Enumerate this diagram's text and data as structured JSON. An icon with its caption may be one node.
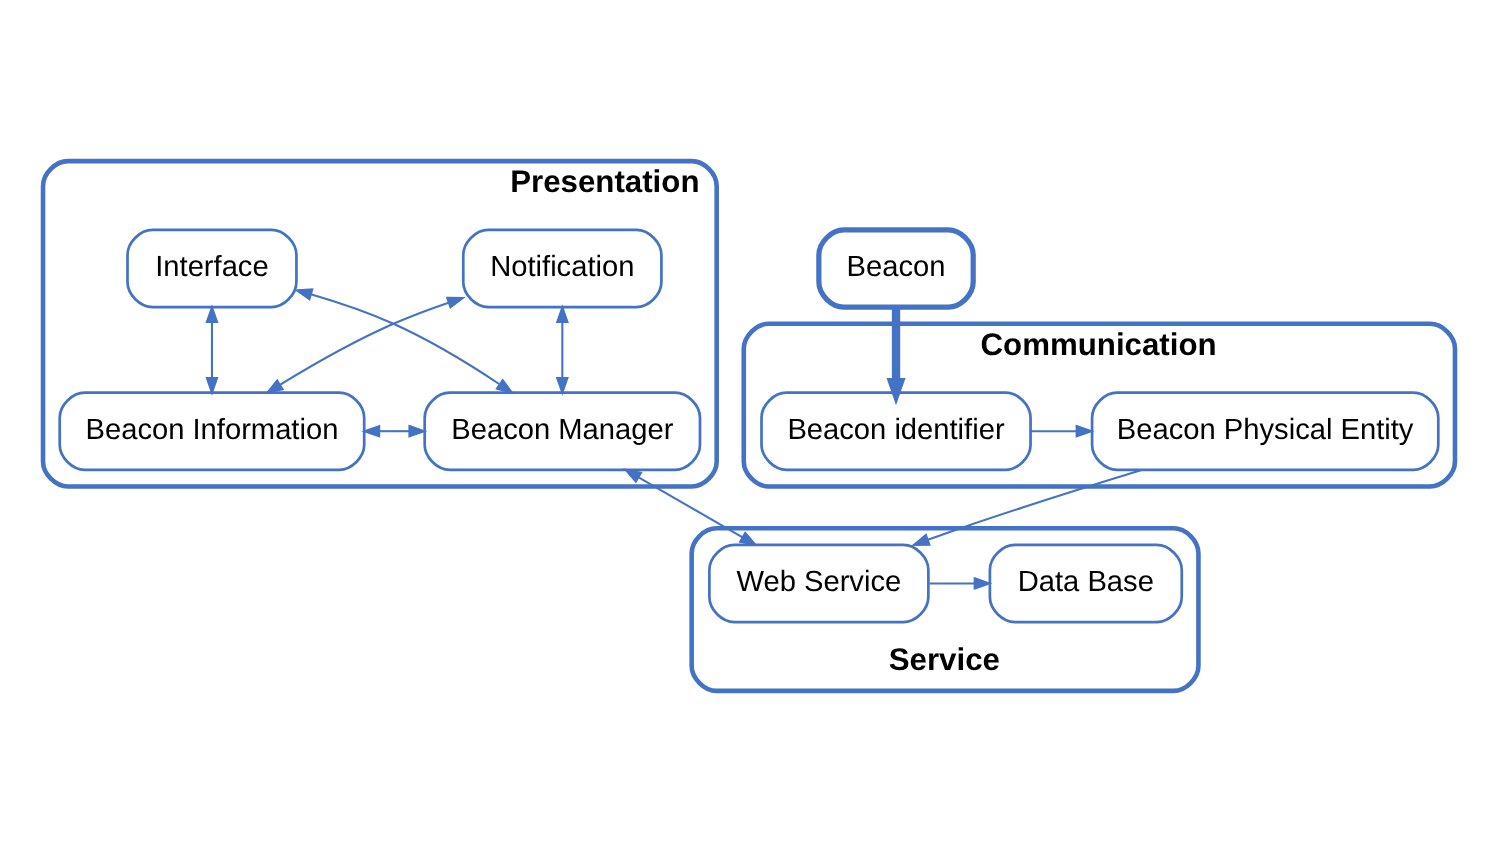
{
  "diagram": {
    "nodes": [
      {
        "text": [
          "Presentation"
        ]
      },
      {
        "text": [
          "Interface"
        ],
        "in": 0
      },
      {
        "text": [
          "Notification"
        ],
        "in": 0
      },
      {
        "text": [
          "Beacon Information"
        ],
        "in": 0
      },
      {
        "text": [
          "Beacon Manager"
        ],
        "in": 0
      },
      {
        "text": [
          "Beacon"
        ]
      },
      {
        "text": [
          "Communication"
        ]
      },
      {
        "text": [
          "Beacon identifier"
        ],
        "in": 6
      },
      {
        "text": [
          "Beacon Physical Entity"
        ],
        "in": 6
      },
      {
        "text": [
          "Service"
        ]
      },
      {
        "text": [
          "Web Service"
        ],
        "in": 9
      },
      {
        "text": [
          "Data Base"
        ],
        "in": 9
      }
    ],
    "edges": [
      {
        "from": 1,
        "to": 3,
        "arrow": "both"
      },
      {
        "from": 1,
        "to": 4,
        "arrow": "both"
      },
      {
        "from": 2,
        "to": 3,
        "arrow": "both"
      },
      {
        "from": 2,
        "to": 4,
        "arrow": "both"
      },
      {
        "from": 3,
        "to": 4,
        "arrow": "both"
      },
      {
        "from": 4,
        "to": 10,
        "arrow": "both"
      },
      {
        "from": 5,
        "to": 7,
        "arrow": "to",
        "style": "thick"
      },
      {
        "from": 7,
        "to": 8,
        "arrow": "to"
      },
      {
        "from": 8,
        "to": 10,
        "arrow": "to"
      },
      {
        "from": 10,
        "to": 11,
        "arrow": "to"
      }
    ]
  }
}
